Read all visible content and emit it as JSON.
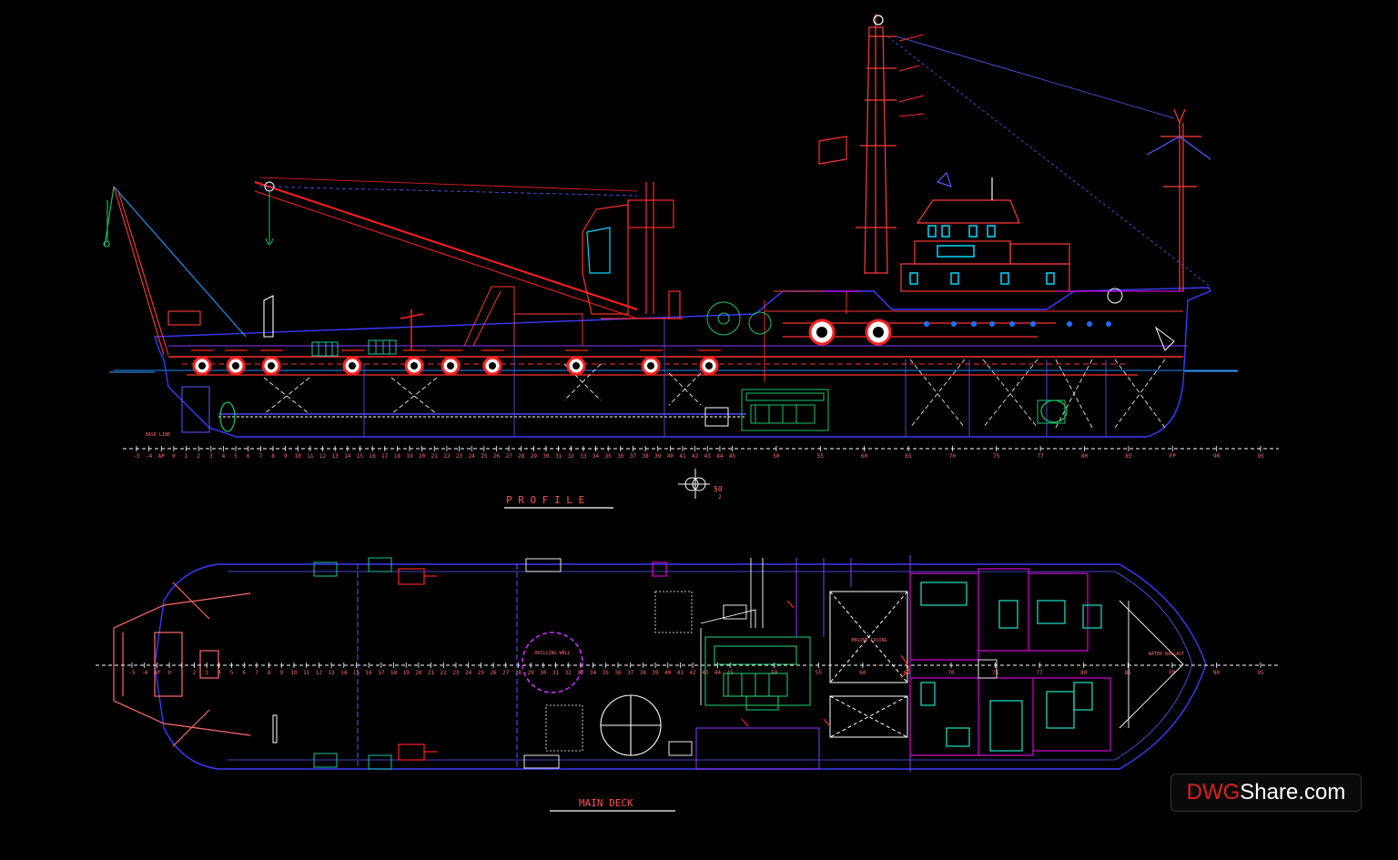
{
  "drawing": {
    "profile_title": "P R O F I L E",
    "main_deck_title": "MAIN DECK",
    "base_line_label": "BASE LINE",
    "frame_numbers": [
      "-5",
      "-4",
      "AP",
      "0",
      "1",
      "2",
      "3",
      "4",
      "5",
      "6",
      "7",
      "8",
      "9",
      "10",
      "11",
      "12",
      "13",
      "14",
      "15",
      "16",
      "17",
      "18",
      "19",
      "20",
      "21",
      "22",
      "23",
      "24",
      "25",
      "26",
      "27",
      "28",
      "29",
      "30",
      "31",
      "32",
      "33",
      "34",
      "35",
      "36",
      "37",
      "38",
      "39",
      "40",
      "41",
      "42",
      "43",
      "44",
      "45",
      "50",
      "55",
      "60",
      "65",
      "70",
      "75",
      "77",
      "80",
      "85",
      "FP",
      "90",
      "95"
    ],
    "dimension_note": "50",
    "dimension_sub": "2",
    "drilling_well_label": "DRILLING WELL",
    "engine_casing_label": "ENGINE CASING",
    "water_ballast_label": "WATER BALLAST",
    "colors": {
      "background": "#000000",
      "hull": "#3a3aff",
      "structure": "#ff2a2a",
      "ticks": "#ffffff",
      "machinery": "#19c36a",
      "accent": "#ff00ff",
      "windows": "#00d7ff"
    }
  },
  "watermark": {
    "brand_part_a": "DWG",
    "brand_part_b": "Share.com"
  }
}
